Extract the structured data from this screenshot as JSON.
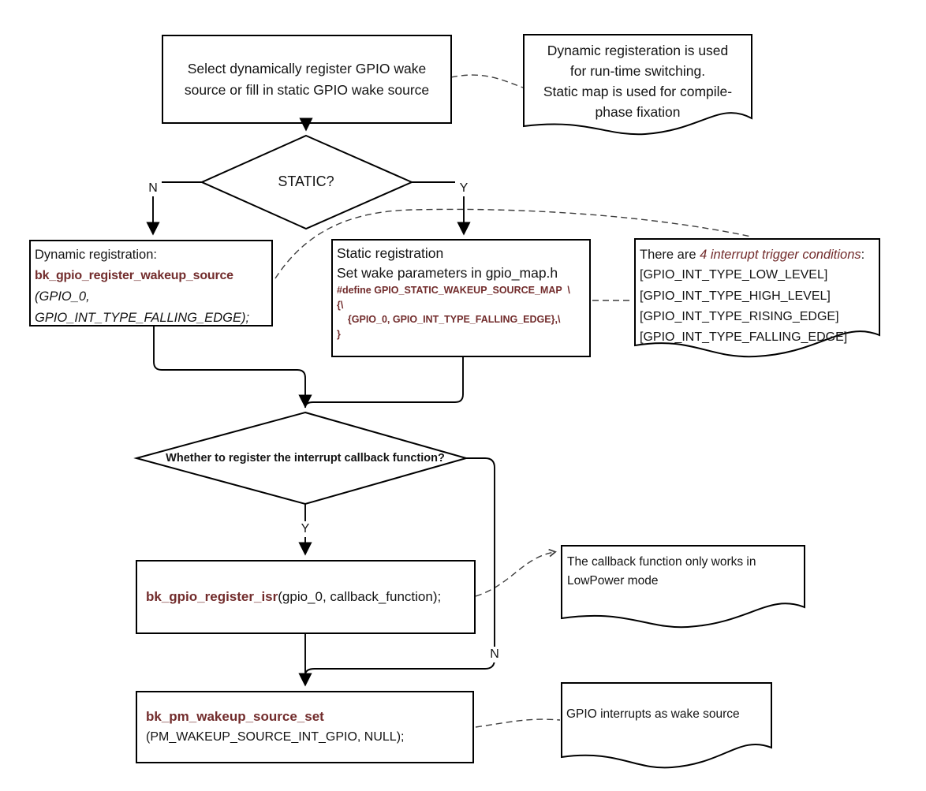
{
  "colors": {
    "accent_maroon": "#722C2C",
    "shape_stroke": "#000000",
    "dashed_connector": "#3D3D3D",
    "background": "#FFFFFF"
  },
  "nodes": {
    "start": {
      "lines": [
        "Select dynamically register GPIO wake",
        "source or fill in static GPIO wake source"
      ]
    },
    "decision_static": {
      "label": "STATIC?",
      "no": "N",
      "yes": "Y"
    },
    "dynamic_registration": {
      "title": "Dynamic registration:",
      "function": "bk_gpio_register_wakeup_source",
      "param_lines": [
        "(GPIO_0,",
        "GPIO_INT_TYPE_FALLING_EDGE);"
      ]
    },
    "static_registration": {
      "lines": [
        "Static registration",
        "Set wake parameters in gpio_map.h"
      ],
      "code_lines": [
        "#define GPIO_STATIC_WAKEUP_SOURCE_MAP  \\",
        "{\\",
        "    {GPIO_0, GPIO_INT_TYPE_FALLING_EDGE},\\",
        "}"
      ]
    },
    "decision_callback": {
      "label": "Whether to register the interrupt callback function?",
      "yes": "Y",
      "no": "N"
    },
    "register_isr": {
      "function": "bk_gpio_register_isr",
      "params": "(gpio_0, callback_function);"
    },
    "pm_wakeup": {
      "function": "bk_pm_wakeup_source_set",
      "params": "(PM_WAKEUP_SOURCE_INT_GPIO, NULL);"
    }
  },
  "callouts": {
    "registration_note": {
      "lines": [
        "Dynamic registeration is used",
        "for run-time switching.",
        "Static map is used for compile-",
        "phase fixation"
      ]
    },
    "trigger_conditions": {
      "prefix": "There are ",
      "highlight": "4 interrupt trigger conditions",
      "suffix": ":",
      "items": [
        "[GPIO_INT_TYPE_LOW_LEVEL]",
        "[GPIO_INT_TYPE_HIGH_LEVEL]",
        "[GPIO_INT_TYPE_RISING_EDGE]",
        "[GPIO_INT_TYPE_FALLING_EDGE]"
      ]
    },
    "callback_note": {
      "lines": [
        "The callback function only works in",
        "LowPower mode"
      ]
    },
    "wake_source_note": {
      "lines": [
        "GPIO interrupts as wake source"
      ]
    }
  }
}
